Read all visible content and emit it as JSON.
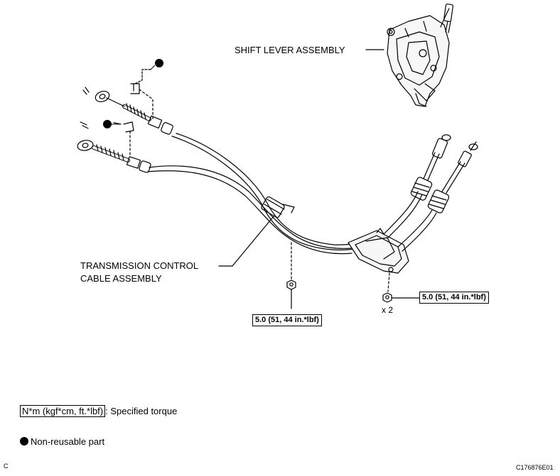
{
  "labels": {
    "shift_lever": "SHIFT LEVER ASSEMBLY",
    "cable_line1": "TRANSMISSION CONTROL",
    "cable_line2": "CABLE ASSEMBLY",
    "multiplier": "x 2"
  },
  "torques": {
    "center": "5.0 (51, 44 in.*lbf)",
    "right": "5.0 (51, 44 in.*lbf)"
  },
  "legend": {
    "torque_box": "N*m (kgf*cm, ft.*lbf)",
    "torque_desc": ": Specified torque",
    "nonreusable": "Non-reusable part"
  },
  "footer": {
    "corner_letter": "C",
    "figure_code": "C176876E01"
  },
  "icons": [
    "non-reusable-dot-icon",
    "nut-icon",
    "clip-icon",
    "washer-icon"
  ]
}
